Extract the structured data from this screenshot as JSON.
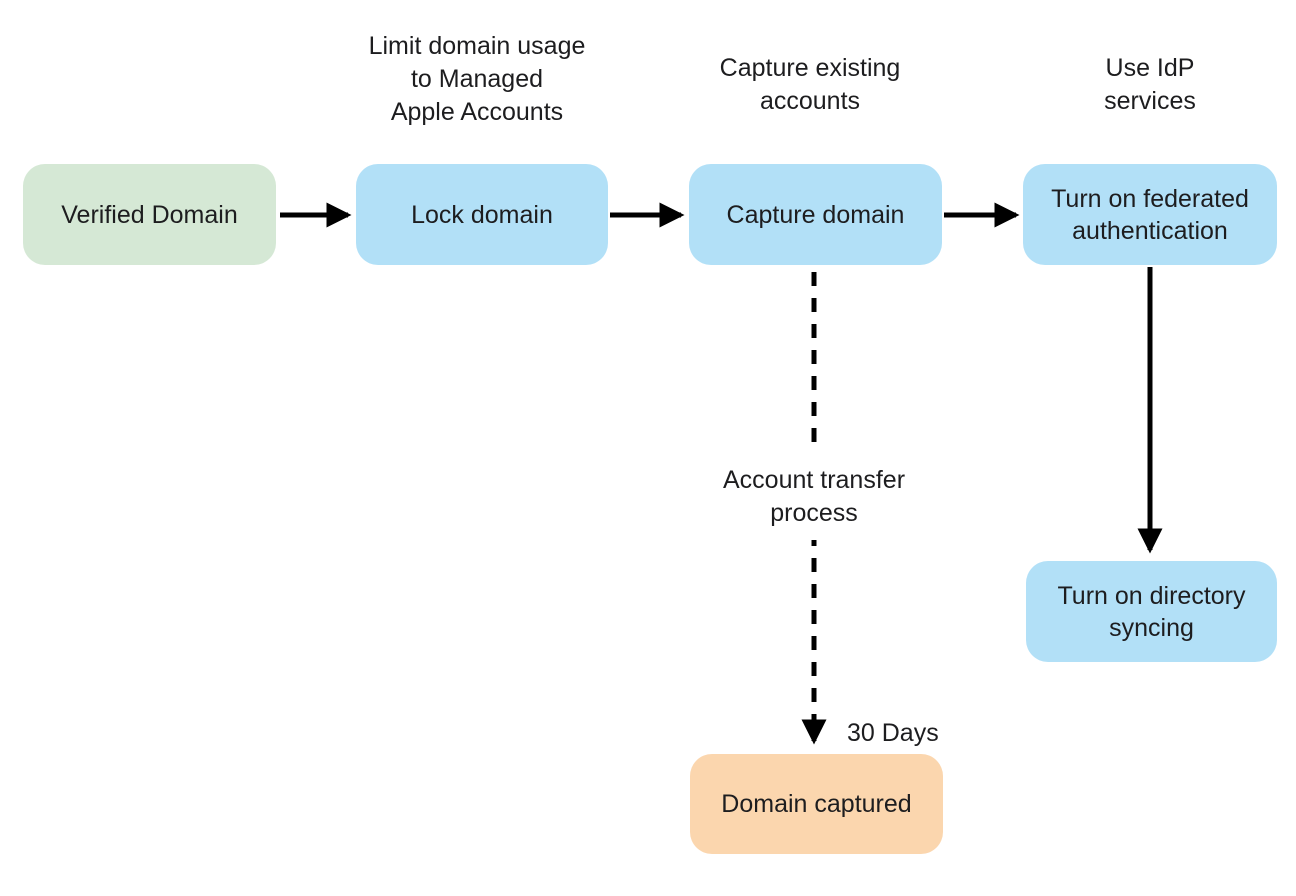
{
  "diagram": {
    "background_color": "#ffffff",
    "text_color": "#1d1d1f",
    "arrow_color": "#000000",
    "node_colors": {
      "green": "#d5e8d5",
      "blue": "#b2e0f7",
      "orange": "#fbd6ae"
    },
    "nodes": [
      {
        "id": "verified-domain",
        "label": "Verified Domain",
        "fill": "#d5e8d5"
      },
      {
        "id": "lock-domain",
        "label": "Lock domain",
        "fill": "#b2e0f7"
      },
      {
        "id": "capture-domain",
        "label": "Capture domain",
        "fill": "#b2e0f7"
      },
      {
        "id": "federated-auth",
        "label": "Turn on federated\nauthentication",
        "fill": "#b2e0f7"
      },
      {
        "id": "directory-syncing",
        "label": "Turn on directory\nsyncing",
        "fill": "#b2e0f7"
      },
      {
        "id": "domain-captured",
        "label": "Domain captured",
        "fill": "#fbd6ae"
      }
    ],
    "captions": {
      "limit_domain": "Limit domain usage\nto Managed\nApple Accounts",
      "capture_existing": "Capture existing\naccounts",
      "use_idp": "Use IdP\nservices",
      "account_transfer": "Account transfer\nprocess",
      "thirty_days": "30 Days"
    },
    "arrows": [
      {
        "from": "verified-domain",
        "to": "lock-domain",
        "style": "solid"
      },
      {
        "from": "lock-domain",
        "to": "capture-domain",
        "style": "solid"
      },
      {
        "from": "capture-domain",
        "to": "federated-auth",
        "style": "solid"
      },
      {
        "from": "federated-auth",
        "to": "directory-syncing",
        "style": "solid"
      },
      {
        "from": "capture-domain",
        "to": "domain-captured",
        "style": "dashed",
        "labels": [
          "Account transfer process",
          "30 Days"
        ]
      }
    ]
  }
}
